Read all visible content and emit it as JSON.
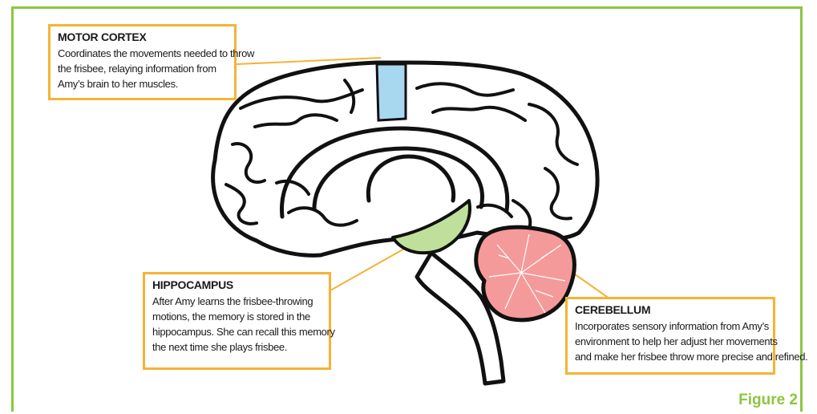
{
  "colors": {
    "frame": "#8cc63f",
    "callout_border": "#f5b335",
    "motor_cortex": "#a8d8f0",
    "hippocampus": "#bfe09a",
    "cerebellum": "#f49a9a",
    "figure_label": "#8cc63f"
  },
  "motor_cortex": {
    "title": "MOTOR CORTEX",
    "lines": [
      "Coordinates the movements needed to throw",
      "the frisbee, relaying information from",
      "Amy’s brain to her muscles."
    ]
  },
  "hippocampus": {
    "title": "HIPPOCAMPUS",
    "lines": [
      "After Amy learns the frisbee-throwing",
      "motions, the memory is stored in the",
      "hippocampus. She can recall this memory",
      "the next time she plays frisbee."
    ]
  },
  "cerebellum": {
    "title": "CEREBELLUM",
    "lines": [
      "Incorporates sensory information from Amy’s",
      "environment to help her adjust her movements",
      "and make her frisbee throw more precise and refined."
    ]
  },
  "figure_label": "Figure 2"
}
